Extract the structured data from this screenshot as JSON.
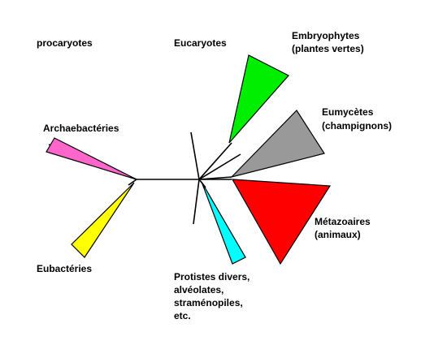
{
  "labels": {
    "procaryotes": "procaryotes",
    "eucaryotes": "Eucaryotes",
    "archaebacteries": "Archaebactéries",
    "eubacteries": "Eubactéries",
    "embryophytes_line1": "Embryophytes",
    "embryophytes_line2": "(plantes vertes)",
    "eumycetes_line1": "Eumycètes",
    "eumycetes_line2": "(champignons)",
    "metazoaires_line1": "Métazoaires",
    "metazoaires_line2": "(animaux)",
    "protistes_line1": "Protistes divers,",
    "protistes_line2": "alvéolates,",
    "protistes_line3": "straménopiles,",
    "protistes_line4": "etc."
  },
  "colors": {
    "archaebacteries": "#ff66cc",
    "eubacteries": "#ffff00",
    "embryophytes": "#00ee00",
    "eumycetes": "#999999",
    "metazoaires": "#ff0000",
    "protistes": "#00ffff",
    "branch": "#000000"
  }
}
